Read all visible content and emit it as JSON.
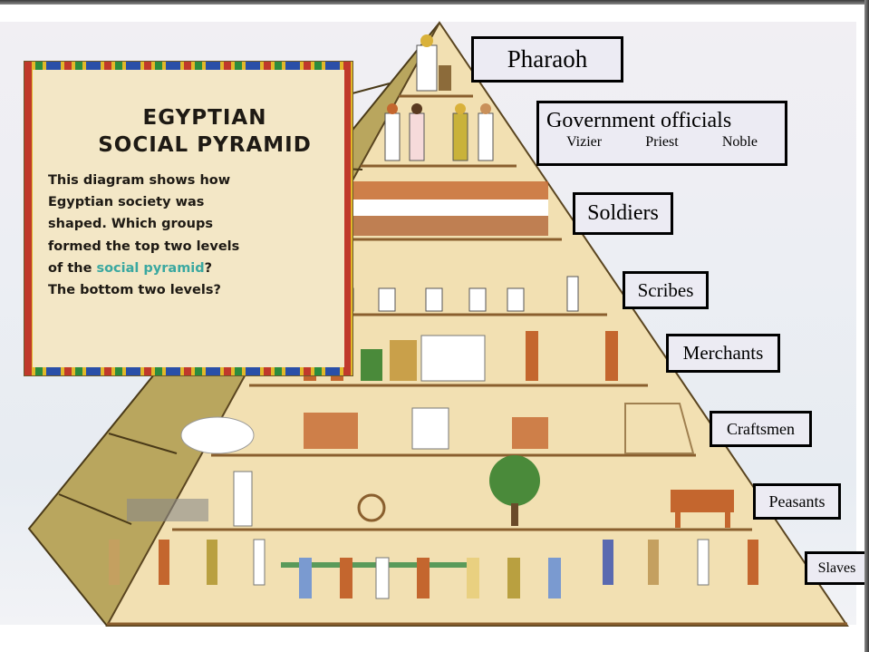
{
  "info_box": {
    "title_line1": "EGYPTIAN",
    "title_line2": "SOCIAL PYRAMID",
    "body_part1": "This diagram shows how Egyptian society was shaped. Which groups formed the top two levels of the ",
    "body_highlight": "social pyramid",
    "body_part2": "? The bottom two levels?",
    "highlight_color": "#3aa8a0"
  },
  "labels": {
    "pharaoh": "Pharaoh",
    "government_officials": {
      "title": "Government officials",
      "subgroups": [
        "Vizier",
        "Priest",
        "Noble"
      ]
    },
    "soldiers": "Soldiers",
    "scribes": "Scribes",
    "merchants": "Merchants",
    "craftsmen": "Craftsmen",
    "peasants": "Peasants",
    "slaves": "Slaves"
  },
  "pyramid": {
    "levels_top_to_bottom": [
      "Pharaoh",
      "Government officials",
      "Soldiers",
      "Scribes",
      "Merchants",
      "Craftsmen",
      "Peasants",
      "Slaves"
    ],
    "colors": {
      "face": "#f2dfb0",
      "side": "#b8a55c",
      "line": "#7a5a30",
      "figure_skin": "#c4662e",
      "figure_cloth": "#ffffff"
    }
  }
}
